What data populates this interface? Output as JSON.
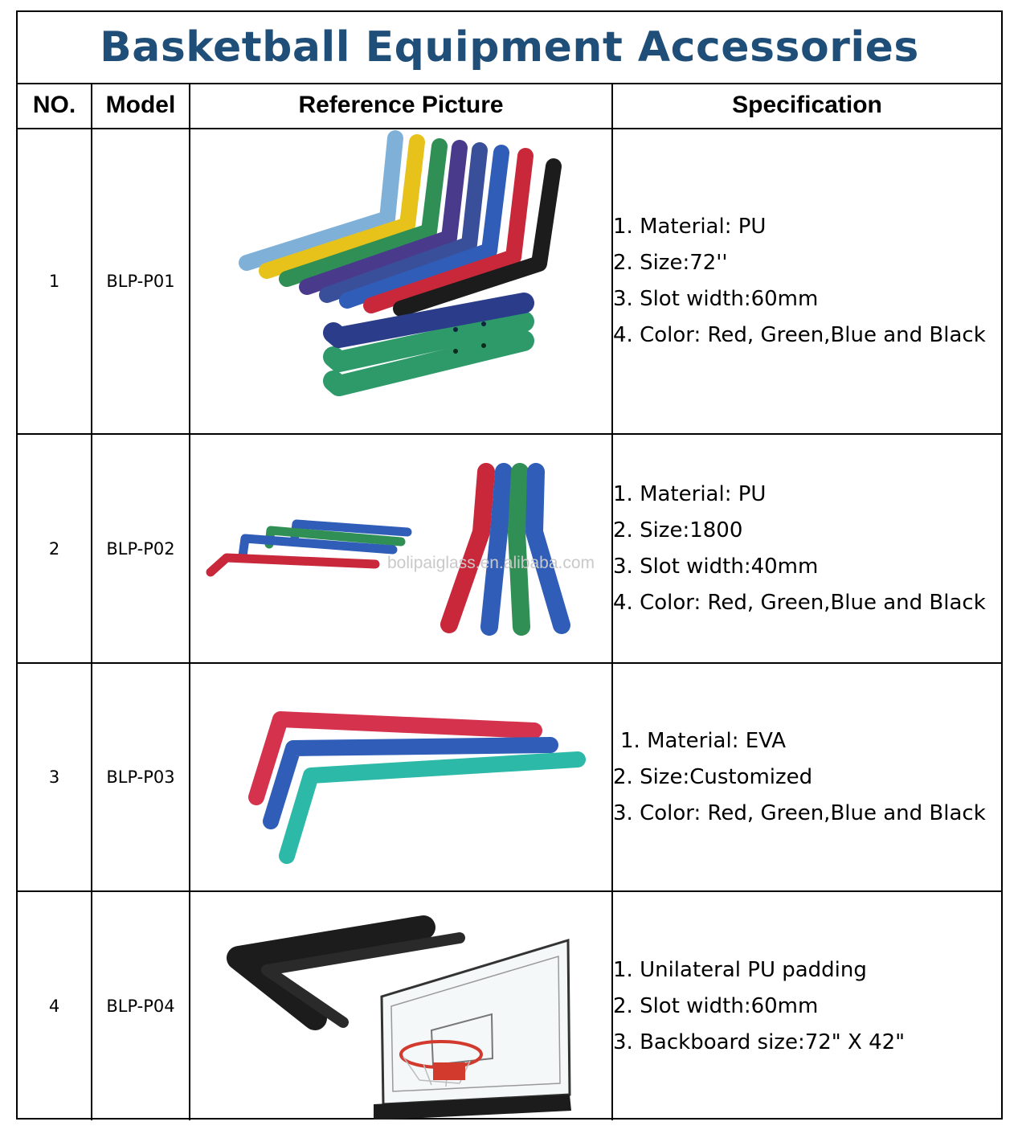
{
  "title": "Basketball Equipment Accessories",
  "headers": {
    "no": "NO.",
    "model": "Model",
    "picture": "Reference Picture",
    "spec": "Specification"
  },
  "rows": [
    {
      "no": "1",
      "model": "BLP-P01",
      "specs": [
        "1. Material: PU",
        "2. Size:72''",
        "3. Slot width:60mm",
        "4. Color: Red, Green,Blue and Black"
      ]
    },
    {
      "no": "2",
      "model": "BLP-P02",
      "watermark": "bolipaiglass.en.alibaba.com",
      "specs": [
        "1. Material: PU",
        "2. Size:1800",
        "3. Slot width:40mm",
        "4. Color: Red, Green,Blue and Black"
      ]
    },
    {
      "no": "3",
      "model": "BLP-P03",
      "specs": [
        "1. Material: EVA",
        "2. Size:Customized",
        "3. Color: Red, Green,Blue and Black"
      ]
    },
    {
      "no": "4",
      "model": "BLP-P04",
      "specs": [
        "1. Unilateral PU padding",
        "2. Slot width:60mm",
        "3. Backboard size:72\" X 42\""
      ]
    }
  ],
  "colors": {
    "title": "#1f4e79",
    "pad_red": "#c8283a",
    "pad_green": "#2f8f55",
    "pad_blue": "#2f5db8",
    "pad_black": "#1c1c1c",
    "pad_teal": "#2cb9a8"
  }
}
